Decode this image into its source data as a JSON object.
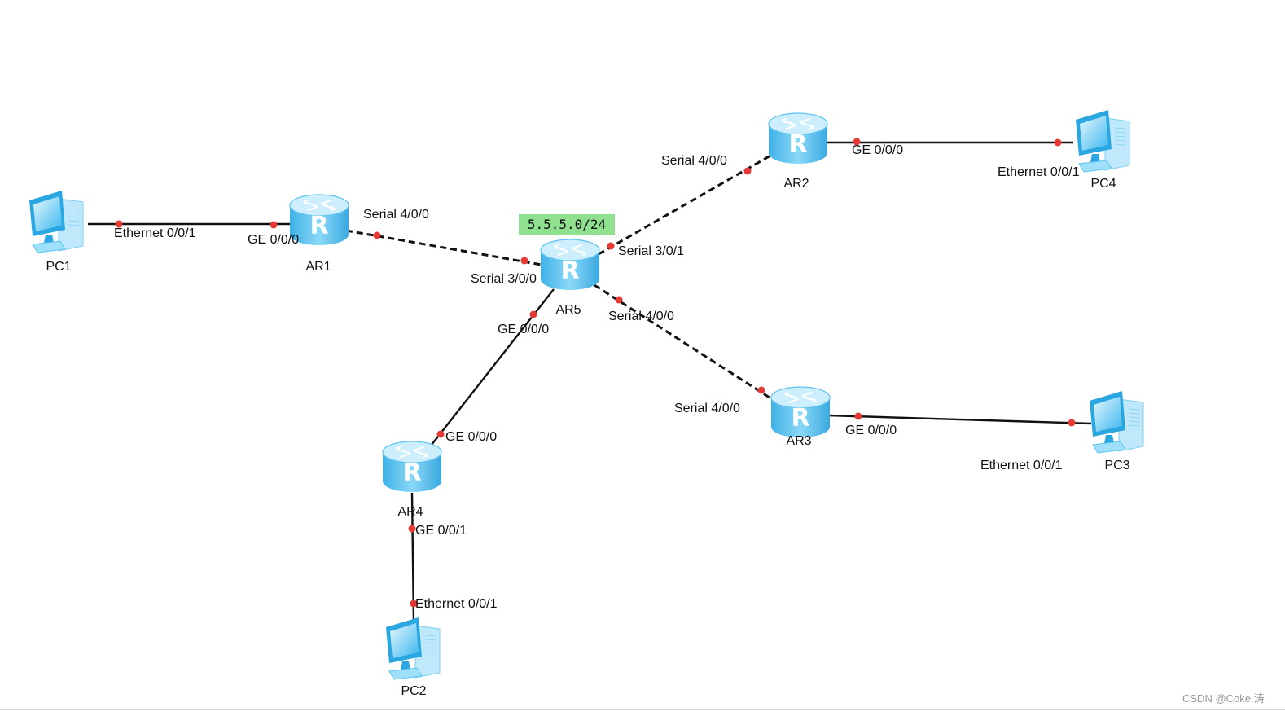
{
  "topology": {
    "devices": {
      "PC1": {
        "label": "PC1",
        "kind": "pc"
      },
      "AR1": {
        "label": "AR1",
        "kind": "router"
      },
      "AR2": {
        "label": "AR2",
        "kind": "router"
      },
      "AR3": {
        "label": "AR3",
        "kind": "router"
      },
      "AR4": {
        "label": "AR4",
        "kind": "router"
      },
      "AR5": {
        "label": "AR5",
        "kind": "router"
      },
      "PC2": {
        "label": "PC2",
        "kind": "pc"
      },
      "PC3": {
        "label": "PC3",
        "kind": "pc"
      },
      "PC4": {
        "label": "PC4",
        "kind": "pc"
      }
    },
    "links": [
      {
        "id": "pc1-ar1",
        "a": "PC1",
        "b": "AR1",
        "type": "ethernet",
        "a_port": "Ethernet 0/0/1",
        "b_port": "GE 0/0/0"
      },
      {
        "id": "ar1-ar5",
        "a": "AR1",
        "b": "AR5",
        "type": "serial",
        "a_port": "Serial 4/0/0",
        "b_port": "Serial 3/0/0"
      },
      {
        "id": "ar5-ar2",
        "a": "AR5",
        "b": "AR2",
        "type": "serial",
        "a_port": "Serial 3/0/1",
        "b_port": "Serial 4/0/0"
      },
      {
        "id": "ar2-pc4",
        "a": "AR2",
        "b": "PC4",
        "type": "ethernet",
        "a_port": "GE 0/0/0",
        "b_port": "Ethernet 0/0/1"
      },
      {
        "id": "ar5-ar3",
        "a": "AR5",
        "b": "AR3",
        "type": "serial",
        "a_port": "Serial 4/0/0",
        "b_port": "Serial 4/0/0"
      },
      {
        "id": "ar3-pc3",
        "a": "AR3",
        "b": "PC3",
        "type": "ethernet",
        "a_port": "GE 0/0/0",
        "b_port": "Ethernet 0/0/1"
      },
      {
        "id": "ar5-ar4",
        "a": "AR5",
        "b": "AR4",
        "type": "ethernet",
        "a_port": "GE 0/0/0",
        "b_port": "GE 0/0/0"
      },
      {
        "id": "ar4-pc2",
        "a": "AR4",
        "b": "PC2",
        "type": "ethernet",
        "a_port": "GE 0/0/1",
        "b_port": "Ethernet 0/0/1"
      }
    ],
    "note": {
      "text": "5.5.5.0/24",
      "background": "#8fe08f"
    }
  },
  "watermark": "CSDN @Coke.涛",
  "colors": {
    "router_top": "#cdeefc",
    "router_body": "#5ec4f0",
    "router_dark": "#2b9fd8",
    "pc_screen": "#4fc1f1",
    "pc_body": "#bfe9fb",
    "link": "#111111",
    "port_dot": "#e53935"
  }
}
